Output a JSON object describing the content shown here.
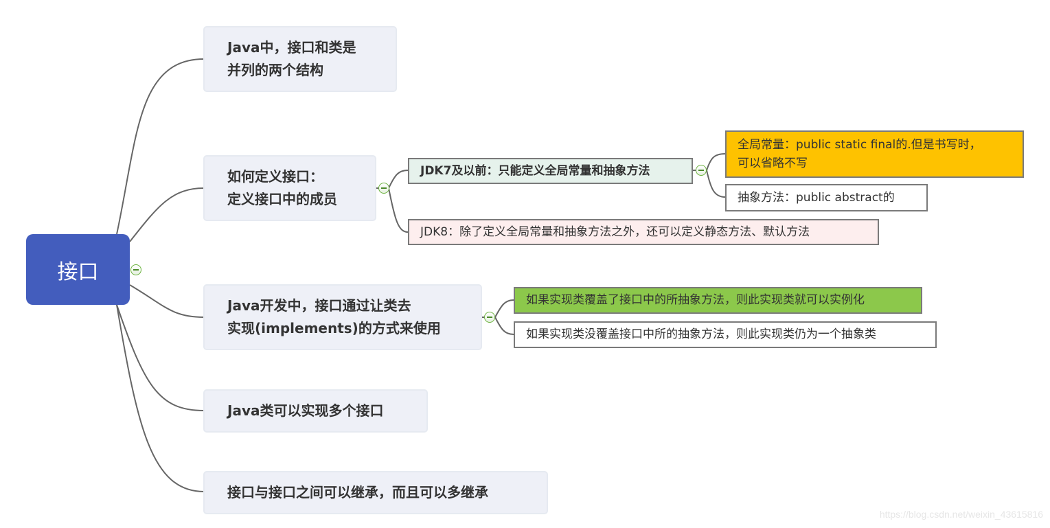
{
  "root": {
    "label": "接口",
    "color": "#435dbd"
  },
  "branches": [
    {
      "id": "parallel",
      "lines": [
        "Java中，接口和类是",
        "并列的两个结构"
      ]
    },
    {
      "id": "define",
      "lines": [
        "如何定义接口：",
        "定义接口中的成员"
      ],
      "children": [
        {
          "label": "JDK7及以前：只能定义全局常量和抽象方法",
          "bg": "#e6f2ec",
          "children": [
            {
              "lines": [
                "全局常量：public static final的.但是书写时，",
                "可以省略不写"
              ],
              "bg": "#fec200"
            },
            {
              "lines": [
                "抽象方法：public abstract的"
              ],
              "bg": "#ffffff"
            }
          ]
        },
        {
          "label": "JDK8：除了定义全局常量和抽象方法之外，还可以定义静态方法、默认方法",
          "bg": "#fdeeee"
        }
      ]
    },
    {
      "id": "implements",
      "lines": [
        "Java开发中，接口通过让类去",
        "实现(implements)的方式来使用"
      ],
      "children": [
        {
          "label": "如果实现类覆盖了接口中的所抽象方法，则此实现类就可以实例化",
          "bg": "#8cc84b"
        },
        {
          "label": "如果实现类没覆盖接口中所的抽象方法，则此实现类仍为一个抽象类",
          "bg": "#ffffff"
        }
      ]
    },
    {
      "id": "multi",
      "lines": [
        "Java类可以实现多个接口"
      ]
    },
    {
      "id": "inherit",
      "lines": [
        "接口与接口之间可以继承，而且可以多继承"
      ]
    }
  ],
  "toggle_icon": "collapse-minus-icon",
  "watermark": "https://blog.csdn.net/weixin_43615816"
}
